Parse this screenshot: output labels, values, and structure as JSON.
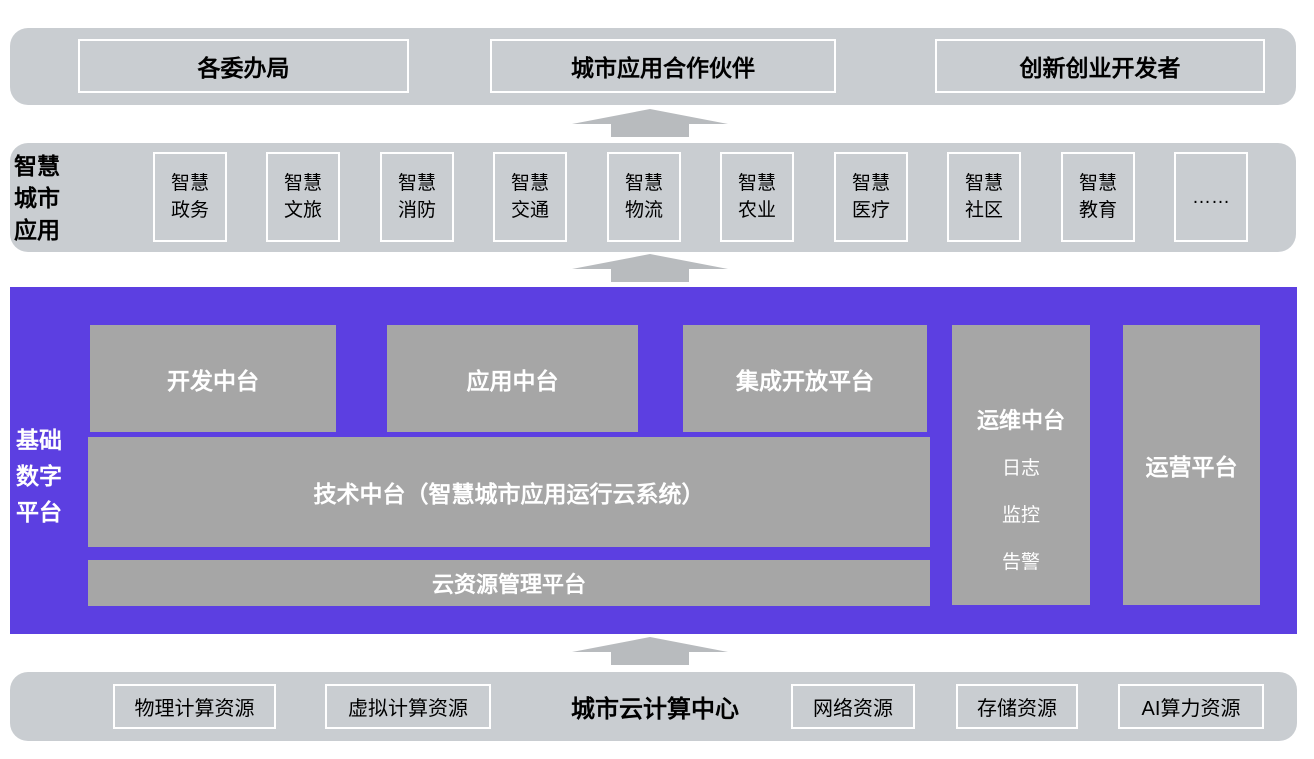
{
  "colors": {
    "band": "#c9cdd1",
    "arrow": "#b8bbbe",
    "purple": "#5c3fe1",
    "box": "#a6a6a6",
    "border": "#ffffff",
    "ink": "#000000"
  },
  "top_band": {
    "items": [
      {
        "label": "各委办局"
      },
      {
        "label": "城市应用合作伙伴"
      },
      {
        "label": "创新创业开发者"
      }
    ]
  },
  "apps_band": {
    "label": "智慧\n城市\n应用",
    "items": [
      {
        "label": "智慧\n政务"
      },
      {
        "label": "智慧\n文旅"
      },
      {
        "label": "智慧\n消防"
      },
      {
        "label": "智慧\n交通"
      },
      {
        "label": "智慧\n物流"
      },
      {
        "label": "智慧\n农业"
      },
      {
        "label": "智慧\n医疗"
      },
      {
        "label": "智慧\n社区"
      },
      {
        "label": "智慧\n教育"
      },
      {
        "label": "……"
      }
    ]
  },
  "platform_band": {
    "label": "基础\n数字\n平台",
    "row1": [
      {
        "label": "开发中台"
      },
      {
        "label": "应用中台"
      },
      {
        "label": "集成开放平台"
      }
    ],
    "tech_platform": "技术中台（智慧城市应用运行云系统）",
    "cloud_resource_platform": "云资源管理平台",
    "ops_middle": {
      "title": "运维中台",
      "items": [
        {
          "label": "日志"
        },
        {
          "label": "监控"
        },
        {
          "label": "告警"
        }
      ]
    },
    "operation_platform": "运营平台"
  },
  "bottom_band": {
    "title": "城市云计算中心",
    "items": [
      {
        "label": "物理计算资源"
      },
      {
        "label": "虚拟计算资源"
      },
      {
        "label": "网络资源"
      },
      {
        "label": "存储资源"
      },
      {
        "label": "AI算力资源"
      }
    ]
  }
}
